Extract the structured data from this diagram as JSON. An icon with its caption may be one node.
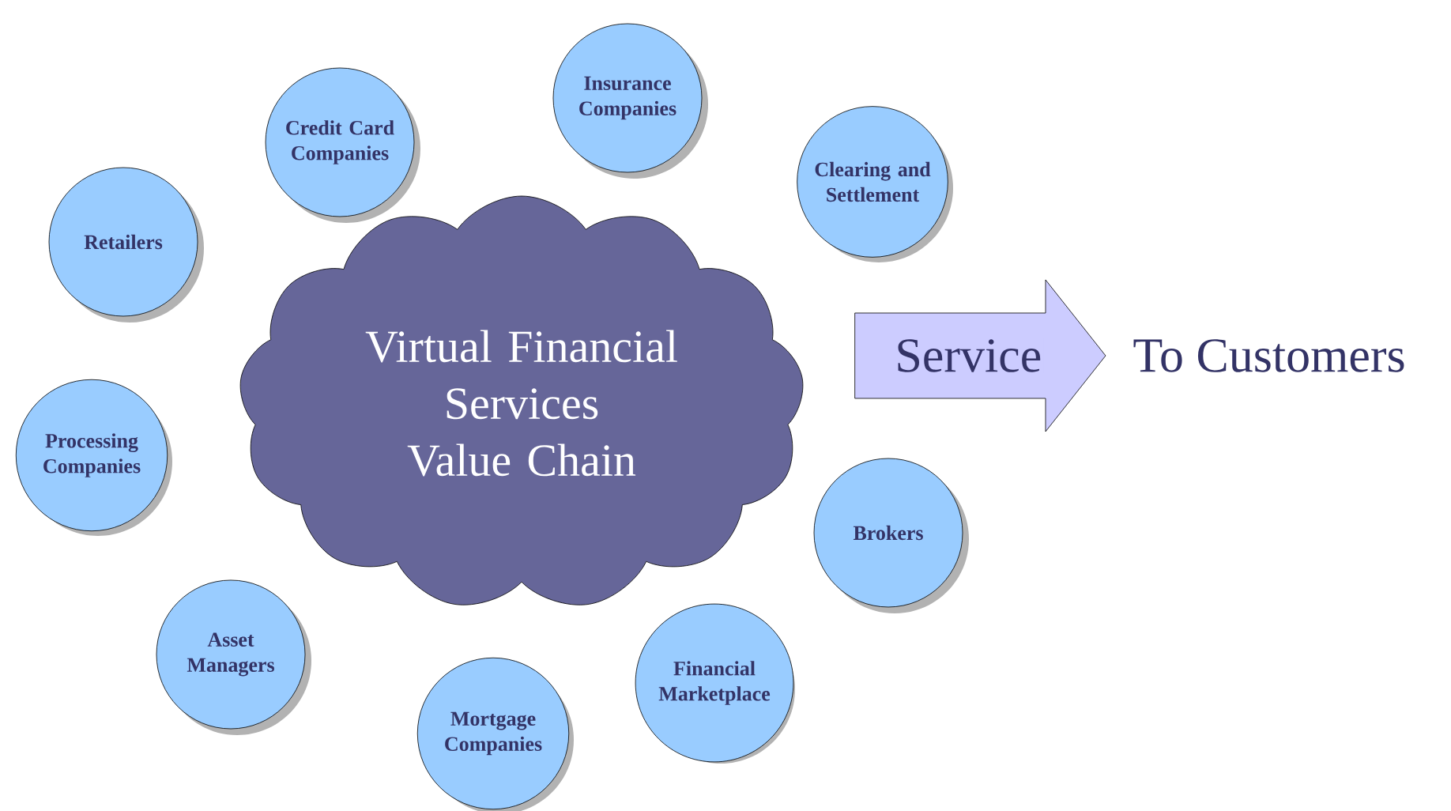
{
  "diagram": {
    "nodes": [
      {
        "text": [
          "Virtual Financial Services Value Chain"
        ]
      },
      {
        "text": [
          "Credit Card Companies"
        ]
      },
      {
        "text": [
          "Insurance Companies"
        ]
      },
      {
        "text": [
          "Retailers"
        ]
      },
      {
        "text": [
          "Clearing and Settlement"
        ]
      },
      {
        "text": [
          "Processing Companies"
        ]
      },
      {
        "text": [
          "Brokers"
        ]
      },
      {
        "text": [
          "Asset Managers"
        ]
      },
      {
        "text": [
          "Financial Marketplace"
        ]
      },
      {
        "text": [
          "Mortgage Companies"
        ]
      },
      {
        "text": [
          "To Customers"
        ]
      }
    ],
    "edges": [
      {
        "from": 0,
        "to": 10,
        "arrow": "to",
        "label": "Service"
      }
    ]
  }
}
